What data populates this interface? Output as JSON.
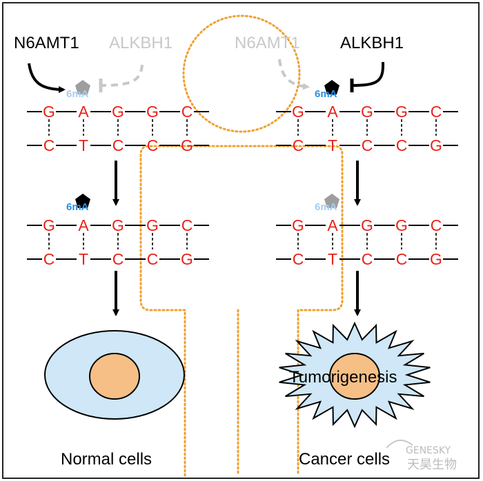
{
  "enzymes": {
    "writer": "N6AMT1",
    "eraser": "ALKBH1"
  },
  "modification": "6mA",
  "dna": {
    "top_strand": [
      "G",
      "A",
      "G",
      "G",
      "C"
    ],
    "bottom_strand": [
      "C",
      "T",
      "C",
      "C",
      "G"
    ]
  },
  "outcomes": {
    "normal": "Normal cells",
    "cancer": "Cancer cells",
    "tumor_label": "Tumorigenesis"
  },
  "watermark": {
    "latin": "GENESKY",
    "cjk": "天昊生物"
  },
  "colors": {
    "base": "#e8221a",
    "mark_blue": "#2b8fe0",
    "mark_faded": "#a9cdee",
    "pentagon_active": "#000000",
    "pentagon_inactive": "#9e9e9e",
    "enzyme_faded": "#c8c8c8",
    "outline_orange": "#f0a030",
    "cell_fill": "#cfe7f6",
    "nucleus_fill": "#f6bf86"
  }
}
